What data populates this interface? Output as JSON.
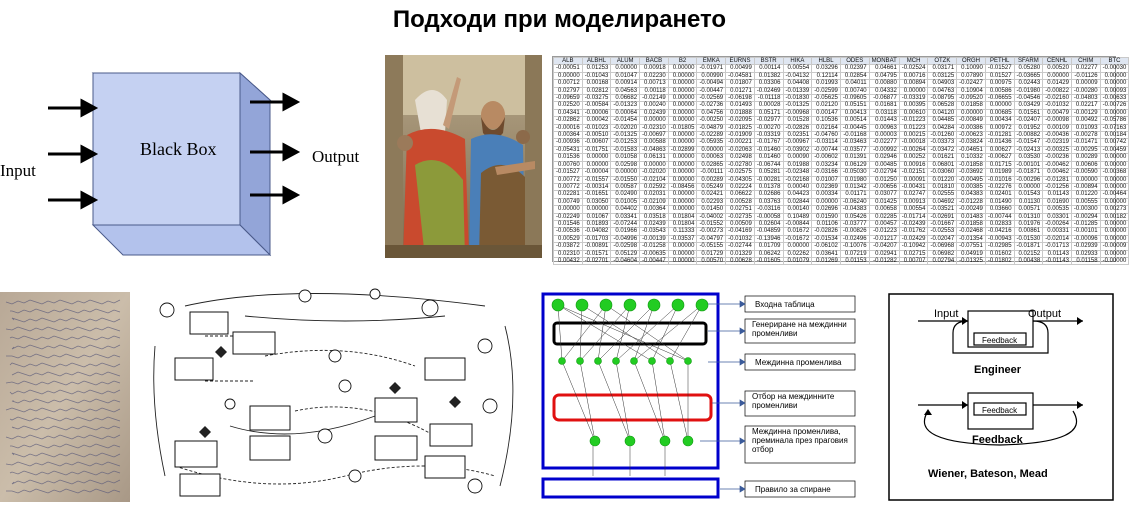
{
  "title": "Подходи при моделирането",
  "black_box": {
    "label": "Black Box",
    "input_label": "Input",
    "output_label": "Output"
  },
  "spreadsheet": {
    "headers": [
      "ALB",
      "ALBHL",
      "ALUM",
      "BACB",
      "B2",
      "EMKA",
      "EURNS",
      "BSTR",
      "HIKA",
      "HLBL",
      "ODES",
      "MONBAT",
      "MCH",
      "OTZK",
      "ORGH",
      "PETHL",
      "SFARM",
      "CENHL",
      "CHIM",
      "BTC"
    ],
    "rows": [
      [
        "-0.00051",
        "0.01253",
        "0.00000",
        "0.00918",
        "0.00000",
        "-0.01971",
        "0.00499",
        "0.00114",
        "0.00554",
        "0.03296",
        "0.02397",
        "0.04661",
        "-0.02524",
        "0.03171",
        "0.10090",
        "-0.01527",
        "0.05280",
        "0.00520",
        "0.02277",
        "-0.00030"
      ],
      [
        "0.00000",
        "-0.01043",
        "0.01047",
        "0.02230",
        "0.00000",
        "0.00990",
        "-0.04581",
        "0.01382",
        "-0.04132",
        "0.12114",
        "0.02854",
        "0.04795",
        "0.00716",
        "0.03125",
        "0.07890",
        "0.01527",
        "-0.03665",
        "0.00000",
        "-0.01126",
        "0.00000"
      ],
      [
        "0.00712",
        "0.00168",
        "0.00914",
        "0.00713",
        "0.00000",
        "-0.00494",
        "0.01807",
        "0.03306",
        "0.04408",
        "0.01993",
        "0.04011",
        "0.00880",
        "0.00894",
        "0.04903",
        "-0.02427",
        "0.00975",
        "0.02443",
        "0.01429",
        "0.00009",
        "0.00000"
      ],
      [
        "0.02797",
        "0.02812",
        "0.04563",
        "0.00118",
        "0.00000",
        "-0.00447",
        "0.01271",
        "-0.02469",
        "-0.01339",
        "-0.02599",
        "0.00740",
        "0.04332",
        "0.00000",
        "0.04763",
        "0.10904",
        "0.00586",
        "-0.01980",
        "-0.00822",
        "-0.00280",
        "0.00093"
      ],
      [
        "-0.09659",
        "-0.03275",
        "0.06682",
        "-0.02149",
        "0.00000",
        "-0.02569",
        "-0.06198",
        "-0.01118",
        "-0.01830",
        "-0.05625",
        "-0.09605",
        "-0.06877",
        "-0.03319",
        "-0.08795",
        "-0.09520",
        "-0.06655",
        "-0.04546",
        "-0.02160",
        "-0.04803",
        "-0.00633"
      ],
      [
        "0.02520",
        "-0.00584",
        "-0.01323",
        "0.00240",
        "0.00000",
        "-0.02736",
        "0.01493",
        "0.00028",
        "-0.01325",
        "0.02120",
        "0.05151",
        "0.01681",
        "0.00395",
        "0.06528",
        "0.01858",
        "0.00000",
        "0.03429",
        "-0.01032",
        "0.02217",
        "-0.00726"
      ],
      [
        "0.04341",
        "-0.00006",
        "0.00064",
        "0.02439",
        "0.00000",
        "0.04756",
        "0.01888",
        "0.05171",
        "-0.00968",
        "0.00147",
        "0.00413",
        "0.03118",
        "0.00610",
        "0.04120",
        "0.00000",
        "0.00685",
        "0.01561",
        "0.00479",
        "-0.00129",
        "0.00000"
      ],
      [
        "-0.02862",
        "0.00042",
        "-0.01454",
        "0.00000",
        "0.00000",
        "-0.00250",
        "-0.02095",
        "-0.02977",
        "0.01528",
        "0.10536",
        "0.00514",
        "0.01443",
        "-0.01223",
        "0.04485",
        "-0.00849",
        "0.00434",
        "-0.02407",
        "-0.00098",
        "0.00492",
        "-0.05786"
      ],
      [
        "-0.00016",
        "-0.01023",
        "-0.02020",
        "-0.02310",
        "-0.01805",
        "-0.04879",
        "-0.01825",
        "-0.00270",
        "-0.02826",
        "0.02164",
        "-0.00445",
        "0.00963",
        "0.01223",
        "0.04284",
        "-0.00386",
        "0.00972",
        "0.01952",
        "0.00109",
        "0.01093",
        "-0.07163"
      ],
      [
        "0.00364",
        "-0.00510",
        "-0.01325",
        "-0.00697",
        "0.00000",
        "-0.02289",
        "-0.01909",
        "-0.03319",
        "0.02351",
        "-0.04760",
        "-0.01168",
        "0.00003",
        "0.00215",
        "-0.01260",
        "-0.00623",
        "-0.01281",
        "-0.00882",
        "-0.00436",
        "-0.00278",
        "0.00184"
      ],
      [
        "-0.00936",
        "-0.00607",
        "-0.01253",
        "0.00588",
        "0.00000",
        "-0.05935",
        "-0.00221",
        "-0.01767",
        "-0.00967",
        "-0.03114",
        "-0.03463",
        "-0.02277",
        "-0.00018",
        "-0.03373",
        "-0.03824",
        "-0.01436",
        "-0.01547",
        "-0.02319",
        "-0.01471",
        "0.00742"
      ],
      [
        "-0.05431",
        "-0.01751",
        "-0.01583",
        "-0.04863",
        "-0.02899",
        "0.00000",
        "-0.02063",
        "-0.01460",
        "-0.03902",
        "-0.00744",
        "-0.03577",
        "-0.00992",
        "-0.00264",
        "-0.03472",
        "-0.04651",
        "0.00627",
        "-0.02413",
        "-0.00325",
        "-0.00295",
        "-0.00459"
      ],
      [
        "0.01536",
        "0.00000",
        "0.01058",
        "0.06131",
        "0.00000",
        "0.00063",
        "0.02498",
        "0.01460",
        "0.00090",
        "-0.00602",
        "0.01391",
        "0.02946",
        "0.00252",
        "0.01621",
        "0.10332",
        "-0.00627",
        "0.03530",
        "-0.00236",
        "0.00289",
        "0.00000"
      ],
      [
        "0.00760",
        "0.00000",
        "0.02598",
        "0.00000",
        "0.00000",
        "0.02865",
        "-0.02780",
        "-0.06744",
        "0.01988",
        "0.03234",
        "0.06129",
        "0.00485",
        "0.00916",
        "0.06801",
        "-0.01858",
        "0.01715",
        "-0.00101",
        "-0.00462",
        "0.00606",
        "0.00000"
      ],
      [
        "-0.01527",
        "-0.00004",
        "0.00000",
        "-0.02020",
        "0.00000",
        "-0.00111",
        "-0.02575",
        "0.05281",
        "-0.02348",
        "-0.03166",
        "-0.05030",
        "-0.02794",
        "-0.02151",
        "-0.03060",
        "-0.03692",
        "0.01989",
        "-0.01871",
        "0.00462",
        "-0.00590",
        "-0.00368"
      ],
      [
        "0.00772",
        "-0.01557",
        "-0.01550",
        "-0.02104",
        "0.00000",
        "0.00289",
        "-0.04305",
        "-0.00281",
        "-0.02168",
        "0.01007",
        "0.01980",
        "0.01250",
        "0.00091",
        "0.01220",
        "-0.00495",
        "-0.01016",
        "-0.00296",
        "-0.01281",
        "0.00000",
        "0.00000"
      ],
      [
        "0.00772",
        "-0.00314",
        "0.00587",
        "0.02592",
        "-0.08456",
        "0.05249",
        "0.02224",
        "0.01378",
        "0.00040",
        "0.02369",
        "0.01342",
        "-0.00656",
        "-0.00431",
        "0.01810",
        "0.00385",
        "-0.02276",
        "0.00000",
        "-0.01256",
        "-0.00894",
        "0.00000"
      ],
      [
        "0.02281",
        "-0.01651",
        "0.02490",
        "0.02031",
        "0.00000",
        "0.02421",
        "0.06622",
        "0.02686",
        "0.04423",
        "0.00334",
        "0.01171",
        "0.03077",
        "0.02747",
        "0.02555",
        "0.04383",
        "0.02401",
        "0.01543",
        "0.01143",
        "0.01220",
        "-0.00464"
      ],
      [
        "0.00749",
        "0.03050",
        "0.01005",
        "-0.02109",
        "0.00000",
        "0.02293",
        "0.00528",
        "0.03763",
        "0.02844",
        "0.00000",
        "-0.06240",
        "0.01425",
        "0.00913",
        "0.04692",
        "-0.01228",
        "0.01490",
        "0.01130",
        "0.01690",
        "0.00555",
        "0.00000"
      ],
      [
        "0.00000",
        "0.00000",
        "0.04402",
        "0.00364",
        "0.00000",
        "0.01450",
        "0.02751",
        "-0.03116",
        "0.00140",
        "0.02696",
        "-0.04383",
        "0.00658",
        "0.00554",
        "-0.03521",
        "-0.00249",
        "0.03660",
        "0.00571",
        "0.00535",
        "-0.00300",
        "0.00273"
      ],
      [
        "-0.02249",
        "0.01067",
        "0.03341",
        "0.03518",
        "0.01804",
        "-0.04002",
        "-0.02735",
        "-0.00058",
        "0.10489",
        "0.01590",
        "0.05426",
        "0.02285",
        "-0.01714",
        "-0.02691",
        "0.01483",
        "-0.00744",
        "0.01310",
        "0.03301",
        "-0.00294",
        "0.00182"
      ],
      [
        "0.01546",
        "0.01893",
        "-0.07244",
        "0.02439",
        "0.01804",
        "-0.01552",
        "0.00509",
        "0.02604",
        "-0.00844",
        "0.01106",
        "-0.03777",
        "0.00457",
        "-0.02439",
        "-0.01667",
        "-0.01858",
        "0.02833",
        "0.01976",
        "-0.00264",
        "-0.01285",
        "0.00000"
      ],
      [
        "-0.00536",
        "-0.04082",
        "0.01966",
        "-0.03543",
        "0.11333",
        "-0.00273",
        "-0.04169",
        "-0.04859",
        "0.01672",
        "-0.02826",
        "-0.00826",
        "-0.01223",
        "-0.01762",
        "-0.02553",
        "-0.02468",
        "-0.04216",
        "0.00861",
        "0.00331",
        "-0.00101",
        "0.00000"
      ],
      [
        "0.00529",
        "-0.01703",
        "-0.04996",
        "-0.00139",
        "-0.03537",
        "-0.04797",
        "-0.01032",
        "-0.13946",
        "-0.01672",
        "-0.01534",
        "-0.02496",
        "-0.01217",
        "-0.02429",
        "-0.02047",
        "-0.01354",
        "-0.00943",
        "-0.01530",
        "-0.02014",
        "-0.00096",
        "0.00000"
      ],
      [
        "-0.03872",
        "-0.00891",
        "-0.02598",
        "-0.01258",
        "0.00000",
        "-0.05155",
        "-0.02744",
        "0.01709",
        "0.00000",
        "-0.06102",
        "-0.10076",
        "-0.04207",
        "-0.10942",
        "-0.06968",
        "-0.07551",
        "-0.02985",
        "-0.01871",
        "-0.01713",
        "-0.02939",
        "-0.00009"
      ],
      [
        "0.02310",
        "-0.01571",
        "0.05129",
        "-0.00635",
        "0.00000",
        "0.01729",
        "0.01329",
        "0.06242",
        "0.02262",
        "0.03641",
        "0.07219",
        "0.02941",
        "0.02715",
        "0.06982",
        "0.04919",
        "0.01602",
        "0.02152",
        "0.01143",
        "0.02933",
        "0.00000"
      ],
      [
        "0.00432",
        "-0.02701",
        "-0.04604",
        "-0.00447",
        "0.00000",
        "0.00570",
        "0.00628",
        "-0.01605",
        "0.01079",
        "0.01269",
        "0.01153",
        "-0.01282",
        "0.00707",
        "0.02794",
        "-0.01325",
        "-0.01802",
        "0.00438",
        "-0.01143",
        "0.01158",
        "-0.00000"
      ]
    ]
  },
  "nn": {
    "labels": [
      "Входна таблица",
      "Генериране на междинни променливи",
      "Междинна променлива",
      "Отбор на междинните променливи",
      "Междинна променлива, преминала през праговия отбор",
      "Правило за спиране"
    ]
  },
  "feedback": {
    "input_label": "Input",
    "output_label": "Output",
    "top_box_label": "Feedback",
    "top_caption": "Engineer",
    "bottom_box_label": "Feedback",
    "bottom_caption": "Feedback",
    "authors": "Wiener, Bateson, Mead"
  },
  "colors": {
    "box_fill": "#c7d3f3",
    "box_side": "#93a5d8",
    "nn_blue": "#0000cc",
    "nn_red": "#e01010",
    "nn_green": "#22cc22"
  }
}
